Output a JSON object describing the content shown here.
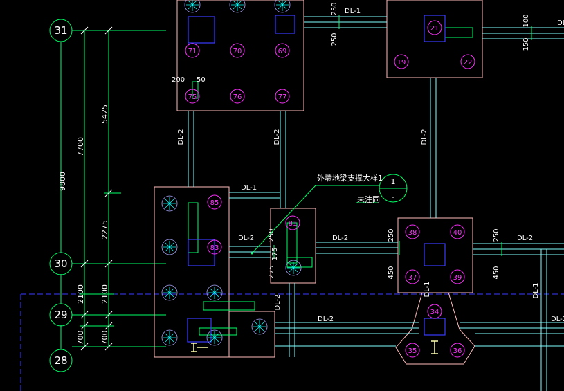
{
  "axes": [
    {
      "id": "31",
      "label": "31"
    },
    {
      "id": "30",
      "label": "30"
    },
    {
      "id": "29",
      "label": "29"
    },
    {
      "id": "28",
      "label": "28"
    }
  ],
  "dimensions_outer": [
    {
      "id": "9800",
      "label": "9800"
    },
    {
      "id": "2100",
      "label": "2100"
    },
    {
      "id": "700",
      "label": "700"
    }
  ],
  "dimensions_middle": [
    {
      "id": "7700",
      "label": "7700"
    },
    {
      "id": "2100",
      "label": "2100"
    },
    {
      "id": "700",
      "label": "700"
    }
  ],
  "dimensions_inner": [
    {
      "id": "5425",
      "label": "5425"
    },
    {
      "id": "2275",
      "label": "2275"
    }
  ],
  "beam_labels": [
    {
      "id": "b1",
      "label": "DL-1"
    },
    {
      "id": "b2",
      "label": "DL-2"
    },
    {
      "id": "b3",
      "label": "DL-2"
    },
    {
      "id": "b4",
      "label": "DL-2"
    },
    {
      "id": "b5",
      "label": "DL-1"
    },
    {
      "id": "b6",
      "label": "DL-2"
    },
    {
      "id": "b7",
      "label": "DL-2"
    },
    {
      "id": "b8",
      "label": "DL-2"
    },
    {
      "id": "b9",
      "label": "DL-2"
    },
    {
      "id": "b10",
      "label": "DL-2"
    },
    {
      "id": "b11",
      "label": "DL-1"
    },
    {
      "id": "b12",
      "label": "DL-1"
    },
    {
      "id": "b13",
      "label": "DL-2"
    },
    {
      "id": "b14",
      "label": "DL-"
    }
  ],
  "offset_labels": [
    {
      "id": "o1",
      "label": "250"
    },
    {
      "id": "o2",
      "label": "250"
    },
    {
      "id": "o3",
      "label": "100"
    },
    {
      "id": "o4",
      "label": "150"
    },
    {
      "id": "o5",
      "label": "200"
    },
    {
      "id": "o6",
      "label": "50"
    },
    {
      "id": "o7",
      "label": "250"
    },
    {
      "id": "o8",
      "label": "175"
    },
    {
      "id": "o9",
      "label": "275"
    },
    {
      "id": "o10",
      "label": "250"
    },
    {
      "id": "o11",
      "label": "450"
    },
    {
      "id": "o12",
      "label": "250"
    },
    {
      "id": "o13",
      "label": "450"
    }
  ],
  "piles": [
    {
      "id": "71",
      "label": "71"
    },
    {
      "id": "70",
      "label": "70"
    },
    {
      "id": "69",
      "label": "69"
    },
    {
      "id": "75",
      "label": "75"
    },
    {
      "id": "76",
      "label": "76"
    },
    {
      "id": "77",
      "label": "77"
    },
    {
      "id": "21",
      "label": "21"
    },
    {
      "id": "19",
      "label": "19"
    },
    {
      "id": "22",
      "label": "22"
    },
    {
      "id": "85",
      "label": "85"
    },
    {
      "id": "83",
      "label": "83"
    },
    {
      "id": "81",
      "label": "81"
    },
    {
      "id": "38",
      "label": "38"
    },
    {
      "id": "40",
      "label": "40"
    },
    {
      "id": "37",
      "label": "37"
    },
    {
      "id": "39",
      "label": "39"
    },
    {
      "id": "34",
      "label": "34"
    },
    {
      "id": "35",
      "label": "35"
    },
    {
      "id": "36",
      "label": "36"
    }
  ],
  "callout": {
    "title": "外墙地梁支撑大样1",
    "subtitle": "未注同",
    "detail_number": "1",
    "sheet": "-"
  }
}
